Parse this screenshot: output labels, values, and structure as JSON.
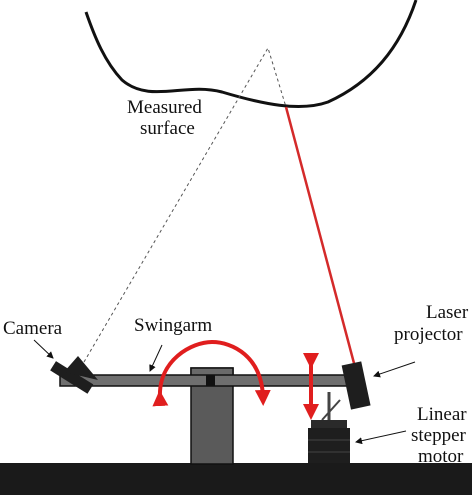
{
  "labels": {
    "measured_surface_line1": "Measured",
    "measured_surface_line2": "surface",
    "camera": "Camera",
    "swingarm": "Swingarm",
    "laser_line1": "Laser",
    "laser_line2": "projector",
    "stepper_line1": "Linear",
    "stepper_line2": "stepper",
    "stepper_line3": "motor"
  },
  "colors": {
    "laser_beam": "#d42a2a",
    "motion_arrows": "#e01e1e",
    "arm": "#6f6f6f",
    "pivot_post": "#5a5a5a",
    "base": "#1a1a1a",
    "components": "#1e1e1e"
  },
  "icons": {
    "rotation": "curved-double-arrow",
    "linear": "vertical-double-arrow"
  }
}
